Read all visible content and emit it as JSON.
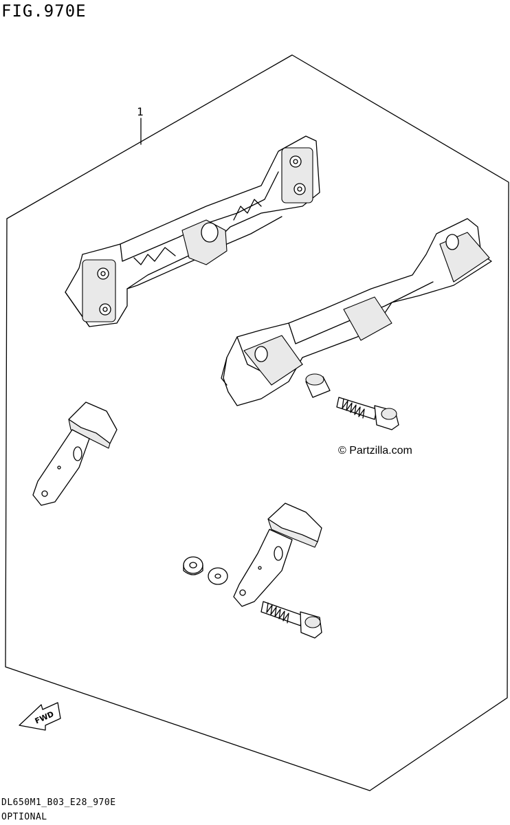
{
  "figure": {
    "title": "FIG.970E",
    "footer_code": "DL650M1_B03_E28_970E",
    "caption": "OPTIONAL"
  },
  "callouts": [
    {
      "label": "1"
    }
  ],
  "watermark": {
    "text": "© Partzilla.com"
  },
  "direction_marker": {
    "label": "FWD"
  }
}
